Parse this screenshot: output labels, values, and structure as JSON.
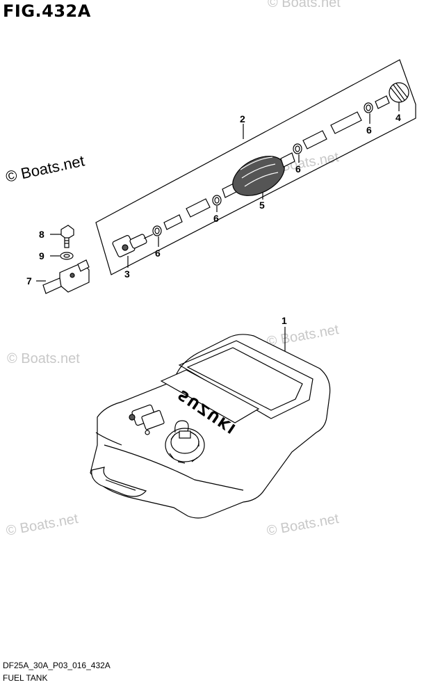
{
  "header": {
    "figure_title": "FIG.432A"
  },
  "watermarks": {
    "main": "© Boats.net",
    "faint": "© Boats.net"
  },
  "tank": {
    "brand_text": "SUZUKI"
  },
  "callouts": {
    "c1": "1",
    "c2": "2",
    "c3": "3",
    "c4": "4",
    "c5": "5",
    "c6a": "6",
    "c6b": "6",
    "c6c": "6",
    "c6d": "6",
    "c7": "7",
    "c8": "8",
    "c9": "9"
  },
  "footer": {
    "diagram_code": "DF25A_30A_P03_016_432A",
    "caption": "FUEL TANK"
  }
}
